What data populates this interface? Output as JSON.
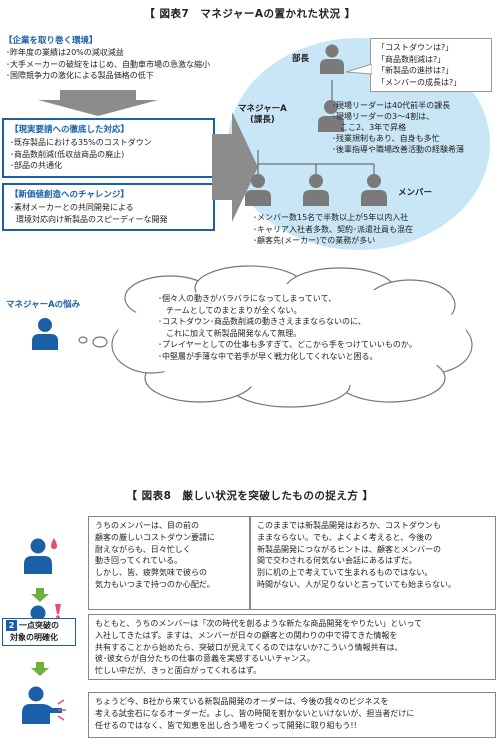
{
  "figure7": {
    "title": "【 図表7　マネジャーAの置かれた状況 】",
    "environment": {
      "label": "【企業を取り巻く環境】",
      "items": [
        "･昨年度の業績は20%の減収減益",
        "･大手メーカーの破綻をはじめ、自動車市場の急激な縮小",
        "･国際競争力の激化による製品価格の低下"
      ]
    },
    "response": {
      "label": "【現実要請への徹底した対応】",
      "items": [
        "･既存製品における35%のコストダウン",
        "･商品数削減(低収益商品の廃止)",
        "･部品の共通化"
      ]
    },
    "challenge": {
      "label": "【新価値創造へのチャレンジ】",
      "items": [
        "･素材メーカーとの共同開発による",
        "環境対応向け新製品のスピーディーな開発"
      ]
    },
    "boss": {
      "label": "部長",
      "questions": [
        "「コストダウンは?」",
        "「商品数削減は?」",
        "「新製品の進捗は?」",
        "「メンバーの成長は?」"
      ]
    },
    "manager": {
      "label_line1": "マネジャーA",
      "label_line2": "(課長)",
      "items": [
        "･現場リーダーは40代前半の課長",
        "･現場リーダーの3〜4割は、",
        "ここ2、3年で昇格",
        "･残業規制もあり、自身も多忙",
        "･後輩指導や職場改善活動の経験希薄"
      ]
    },
    "members": {
      "label": "メンバー",
      "items": [
        "･メンバー数15名で半数以上が5年以内入社",
        "･キャリア入社者多数、契約･派遣社員も混在",
        "･顧客先(メーカー)での業務が多い"
      ]
    },
    "worries": {
      "label": "マネジャーAの悩み",
      "items": [
        "･個々人の動きがバラバラになってしまっていて、",
        "チームとしてのまとまりが全くない。",
        "･コストダウン･商品数削減の動きさえままならないのに、",
        "これに加えて新製品開発なんて無理。",
        "･プレイヤーとしての仕事も多すぎて、どこから手をつけていいものか。",
        "･中堅層が手薄な中で若手が早く戦力化してくれないと困る。"
      ]
    }
  },
  "figure8": {
    "title": "【 図表8　厳しい状況を突破したものの捉え方 】",
    "box1_left": [
      "うちのメンバーは、目の前の",
      "顧客の厳しいコストダウン要請に",
      "耐えながらも、日々忙しく",
      "動き回ってくれている。",
      "しかし、皆、疲弊気味で彼らの",
      "気力もいつまで持つのか心配だ。"
    ],
    "box1_right": [
      "このままでは新製品開発はおろか、コストダウンも",
      "ままならない。でも、よくよく考えると、今後の",
      "新製品開発につながるヒントは、顧客とメンバーの",
      "間で交わされる何気ない会話にあるはずだ。",
      "別に机の上で考えていて生まれるものではない。",
      "時間がない、人が足りないと言っていても始まらない。"
    ],
    "badge": {
      "number": "2",
      "line1": "一点突破の",
      "line2": "対象の明確化"
    },
    "box2": [
      "もともと、うちのメンバーは「次の時代を創るような新たな商品開発をやりたい」といって",
      "入社してきたはず。ますは、メンバーが日々の顧客との関わりの中で得てきた情報を",
      "共有することから始めたら、突破口が見えてくるのではないか?こういう情報共有は、",
      "彼･彼女らが自分たちの仕事の意義を実感するいいチャンス。",
      "忙しい中だが、きっと面白がってくれるはず。"
    ],
    "box3": [
      "ちょうど今、B社から来ている新製品開発のオーダーは、今後の我々のビジネスを",
      "考える試金石になるオーダーだ。よし、皆の時間を割かないといけないが、担当者だけに",
      "任せるのではなく、皆で知恵を出し合う場をつくって開発に取り組もう!!"
    ]
  },
  "colors": {
    "accent": "#1a5fa8",
    "circle": "#c8e6f5",
    "person_gray": "#7a7a7a",
    "arrow_gray": "#8c8c8c",
    "arrow_green": "#6fb03a",
    "drop_red": "#e0507a"
  }
}
